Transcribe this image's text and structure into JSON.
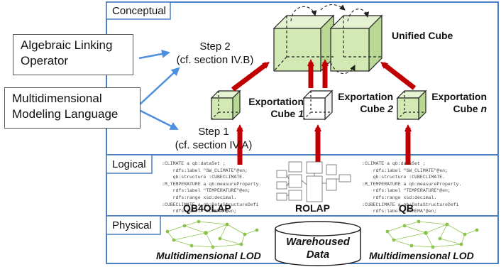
{
  "layers": {
    "conceptual": "Conceptual",
    "logical": "Logical",
    "physical": "Physical"
  },
  "inputs": {
    "algebraic": [
      "Algebraic Linking",
      "Operator"
    ],
    "multidimensional": [
      "Multidimensional",
      "Modeling Language"
    ]
  },
  "steps": {
    "step2": [
      "Step 2",
      "(cf. section IV.B)"
    ],
    "step1": [
      "Step 1",
      "(cf. section IV.A)"
    ]
  },
  "cubes": {
    "unified": "Unified Cube",
    "export1": {
      "line1": "Exportation",
      "line2": "Cube",
      "index": "1"
    },
    "export2": {
      "line1": "Exportation",
      "line2": "Cube",
      "index": "2"
    },
    "exportn": {
      "line1": "Exportation",
      "line2": "Cube",
      "index": "n"
    }
  },
  "sources": {
    "qb4olap": "QB4OLAP",
    "rolap": "ROLAP",
    "qb": "QB"
  },
  "code_left": [
    ":CLIMATE a qb:dataSet ;",
    "    rdfs:label \"SW_CLIMATE\"@en;",
    "    qb:structure :CUBECLIMATE.",
    ":M_TEMPERATURE a qb:measureProperty.",
    "    rdfs:label \"TEMPERATURE\"@en;",
    "    rdfs:range xsd:decimal.",
    ":CUBECLIMATE a qb:DataStructureDefi",
    "    rdfs:label \"SCHEMA\"@en;"
  ],
  "code_right": [
    ":CLIMATE a qb:dataSet ;",
    "    rdfs:label \"SW_CLIMATE\"@en;",
    "    qb:structure :CUBECLIMATE.",
    ":M_TEMPERATURE a qb:measureProperty.",
    "    rdfs:label \"TEMPERATURE\"@en;",
    "    rdfs:range xsd:decimal.",
    ":CUBECLIMATE a qb:DataStructureDefi",
    "    rdfs:label \"SCHEMA\"@en;"
  ],
  "physical": {
    "lod_left": "Multidimensional LOD",
    "lod_right": "Multidimensional LOD",
    "warehouse": [
      "Warehoused",
      "Data"
    ]
  },
  "colors": {
    "cube_fill": "#d3e9b3",
    "cube_top": "#e6f3d2",
    "cube_side": "#b9d894",
    "arrow_red": "#c00000",
    "arrow_blue": "#4f8fe0",
    "frame_blue": "#4a7fc1",
    "graph_green": "#8bc34a"
  }
}
